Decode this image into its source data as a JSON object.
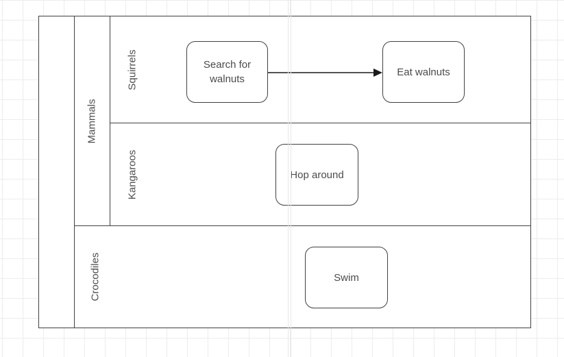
{
  "diagram": {
    "type": "bpmn-swimlane",
    "pool": {
      "label": "",
      "lanes": [
        {
          "label": "Mammals",
          "sublanes": [
            {
              "label": "Squirrels"
            },
            {
              "label": "Kangaroos"
            }
          ]
        },
        {
          "label": "Crocodiles"
        }
      ]
    },
    "tasks": [
      {
        "id": "search-walnuts",
        "label": "Search for walnuts",
        "lane": "Squirrels"
      },
      {
        "id": "eat-walnuts",
        "label": "Eat walnuts",
        "lane": "Squirrels"
      },
      {
        "id": "hop-around",
        "label": "Hop around",
        "lane": "Kangaroos"
      },
      {
        "id": "swim",
        "label": "Swim",
        "lane": "Crocodiles"
      }
    ],
    "connections": [
      {
        "from": "search-walnuts",
        "to": "eat-walnuts",
        "style": "solid-arrow"
      }
    ],
    "colors": {
      "shape_border": "#404040",
      "text": "#4a4a4a",
      "grid_line": "#ececec",
      "page_break_line": "#e7e7e7",
      "shape_fill": "#ffffff",
      "arrow": "#1a1a1a"
    }
  }
}
